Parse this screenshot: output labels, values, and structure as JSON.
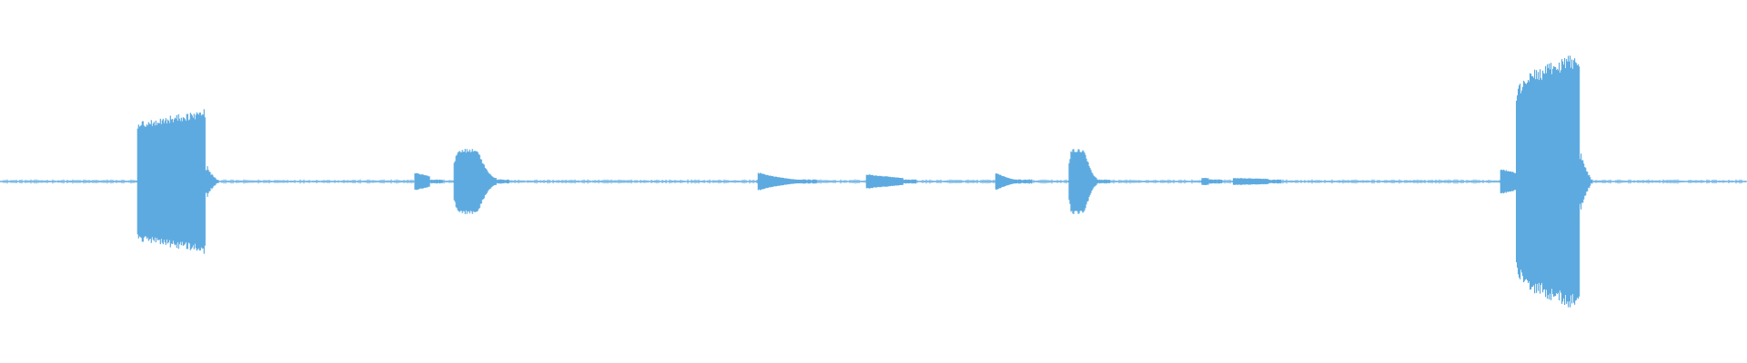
{
  "waveform": {
    "color": "#5DAAE0",
    "background": "#FFFFFF",
    "duration_fraction_note": "",
    "baseline_noise": 0.012,
    "segments": [
      {
        "label": "burst-1",
        "start": 0.0788,
        "end": 0.1177,
        "amp_start": 0.33,
        "amp_end": 0.4,
        "shape": "flat-rise",
        "edge_fade": 0.001
      },
      {
        "label": "blip-1",
        "start": 0.2375,
        "end": 0.246,
        "amp_start": 0.05,
        "amp_end": 0.03,
        "shape": "flat",
        "edge_fade": 0.002
      },
      {
        "label": "burst-2",
        "start": 0.26,
        "end": 0.284,
        "amp_start": 0.18,
        "amp_end": 0.02,
        "shape": "round-decay",
        "edge_fade": 0.002
      },
      {
        "label": "blip-2",
        "start": 0.434,
        "end": 0.46,
        "amp_start": 0.05,
        "amp_end": 0.01,
        "shape": "decay",
        "edge_fade": 0.002
      },
      {
        "label": "blip-3",
        "start": 0.496,
        "end": 0.517,
        "amp_start": 0.04,
        "amp_end": 0.02,
        "shape": "flat",
        "edge_fade": 0.003
      },
      {
        "label": "blip-4",
        "start": 0.57,
        "end": 0.583,
        "amp_start": 0.05,
        "amp_end": 0.01,
        "shape": "decay",
        "edge_fade": 0.001
      },
      {
        "label": "burst-3",
        "start": 0.612,
        "end": 0.628,
        "amp_start": 0.18,
        "amp_end": 0.02,
        "shape": "round-decay",
        "edge_fade": 0.001
      },
      {
        "label": "blip-5",
        "start": 0.688,
        "end": 0.692,
        "amp_start": 0.02,
        "amp_end": 0.02,
        "shape": "flat",
        "edge_fade": 0.001
      },
      {
        "label": "blip-6",
        "start": 0.706,
        "end": 0.726,
        "amp_start": 0.02,
        "amp_end": 0.015,
        "shape": "flat",
        "edge_fade": 0.002
      },
      {
        "label": "blip-7",
        "start": 0.859,
        "end": 0.868,
        "amp_start": 0.07,
        "amp_end": 0.05,
        "shape": "flat",
        "edge_fade": 0.001
      },
      {
        "label": "burst-4",
        "start": 0.868,
        "end": 0.904,
        "amp_start": 0.5,
        "amp_end": 0.72,
        "shape": "swell-cut",
        "edge_fade": 0.001
      }
    ]
  }
}
